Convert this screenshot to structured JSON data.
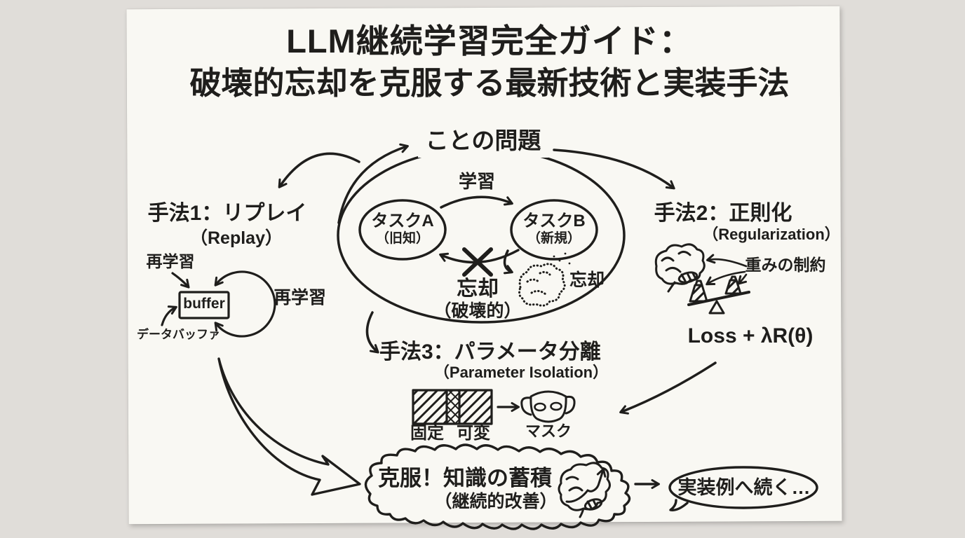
{
  "colors": {
    "background": "#e0ddd9",
    "paper": "#f9f8f3",
    "ink": "#1f1e1c"
  },
  "title": {
    "line1": "LLM継続学習完全ガイド：",
    "line2": "破壊的忘却を克服する最新技術と実装手法"
  },
  "problem_cycle": {
    "heading": "ことの問題",
    "task_a": {
      "name": "タスクA",
      "note": "（旧知）"
    },
    "task_b": {
      "name": "タスクB",
      "note": "（新規）"
    },
    "learning_arrow_label": "学習",
    "forgetting_label": "忘却",
    "forgetting_note": "（破壊的）",
    "brain_forget_label": "忘却"
  },
  "method_1": {
    "heading": "手法1：リプレイ",
    "heading_en": "（Replay）",
    "relearn_label_top": "再学習",
    "relearn_label_loop": "再学習",
    "buffer_box_label": "buffer",
    "data_buffer_label": "データバッファ"
  },
  "method_2": {
    "heading": "手法2：正則化",
    "heading_en": "（Regularization）",
    "weight_constraint_label": "重みの制約",
    "formula": "Loss + λR(θ)"
  },
  "method_3": {
    "heading": "手法3：パラメータ分離",
    "heading_en": "（Parameter Isolation）",
    "fixed_label": "固定",
    "variable_label": "可変",
    "mask_label": "マスク"
  },
  "conclusion": {
    "cloud_text": "克服！知識の蓄積",
    "cloud_note": "（継続的改善）",
    "next_step": "実装例へ続く…"
  }
}
